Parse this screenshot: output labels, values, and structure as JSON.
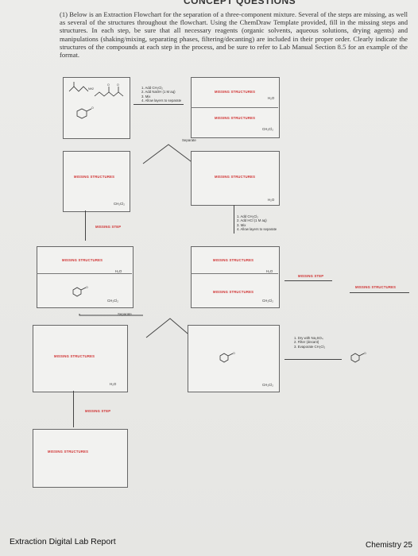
{
  "header": "CONCEPT QUESTIONS",
  "intro": "(1) Below is an Extraction Flowchart for the separation of a three-component mixture. Several of the steps are missing, as well as several of the structures throughout the flowchart. Using the ChemDraw Template provided, fill in the missing steps and structures. In each step, be sure that all necessary reagents (organic solvents, aqueous solutions, drying agents) and manipulations (shaking/mixing, separating phases, filtering/decanting) are included in their proper order. Clearly indicate the structures of the compounds at each step in the process, and be sure to refer to Lab Manual Section 8.5 for an example of the format.",
  "labels": {
    "missing_structures": "MISSING STRUCTURES",
    "missing_step": "MISSING STEP",
    "separate": "Separate",
    "h2o": "H₂O",
    "ch2cl2": "CH₂Cl₂"
  },
  "steps1": [
    "1. Add CH₂Cl₂",
    "2. Add NaOH (1 M aq)",
    "3. Mix",
    "4. Allow layers to separate"
  ],
  "steps2": [
    "1. Add CH₂Cl₂",
    "2. Add HCl (1 M aq)",
    "3. Mix",
    "4. Allow layers to separate"
  ],
  "steps3": [
    "1. Dry with Na₂SO₄",
    "2. Filter (decant)",
    "3. Evaporate CH₂Cl₂"
  ],
  "footer": {
    "left": "Extraction Digital Lab Report",
    "right": "Chemistry 25"
  }
}
